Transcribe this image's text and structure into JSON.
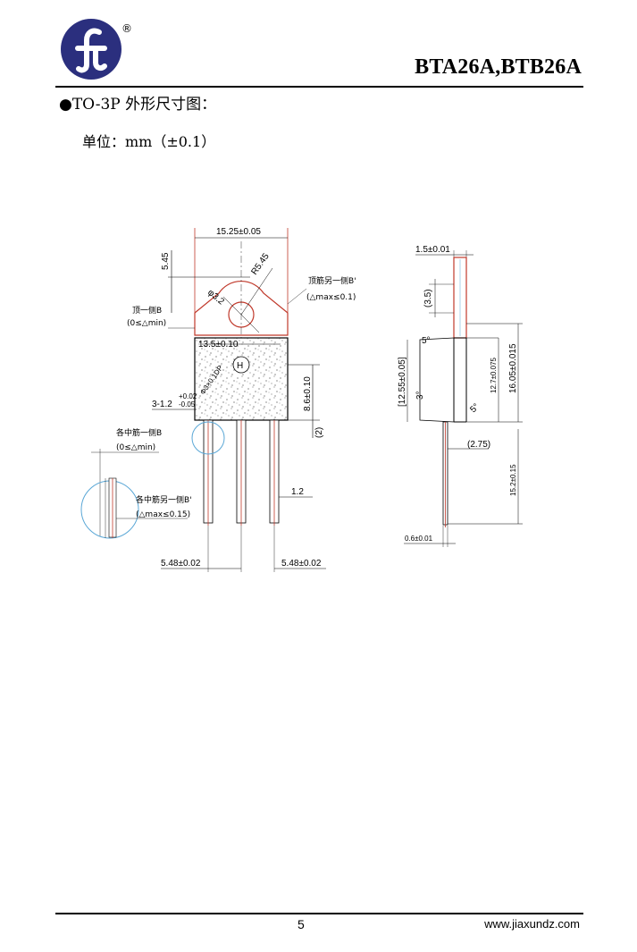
{
  "header": {
    "title": "BTA26A,BTB26A",
    "logo": {
      "registered_mark": "®",
      "brand_color": "#2b2f7e"
    }
  },
  "section": {
    "title": "●TO-3P 外形尺寸图：",
    "unit": "单位：mm（±0.1）"
  },
  "drawing": {
    "front_view": {
      "width_label": "15.25±0.05",
      "top_height_label": "5.45",
      "radius_label": "R5.45",
      "hole_label": "φ3.2",
      "inner_width_label": "13.5±0.10",
      "mark_label": "Φ3×0.1DP",
      "h_badge": "H",
      "body_height_label": "8.6±0.10",
      "side_gap_label": "(2)",
      "chamfer_label": "3-1.2",
      "chamfer_tol_upper": "+0.02",
      "chamfer_tol_lower": "-0.05",
      "lead_width_label": "1.2",
      "pitch_left_label": "5.48±0.02",
      "pitch_right_label": "5.48±0.02",
      "note_top_right_1": "顶筋另一侧B'",
      "note_top_right_2": "(△max≤0.1)",
      "note_top_left_1": "顶一侧B",
      "note_top_left_2": "(0≤△min)",
      "note_lead_1": "各中筋一侧B",
      "note_lead_2": "(0≤△min)",
      "note_lead_other_1": "各中筋另一侧B'",
      "note_lead_other_2": "(△max≤0.15)"
    },
    "side_view": {
      "tab_thickness_label": "1.5±0.01",
      "top_label": "(3.5)",
      "angle_label_top": "5°",
      "angle_label_left": "3°",
      "angle_label_bottom": "5°",
      "body_height_label": "12.7±0.075",
      "total_height_label": "16.05±0.015",
      "ref_height_label": "[12.55±0.05]",
      "lead_offset_label": "(2.75)",
      "lead_length_label": "15.2±0.15",
      "lead_thickness_label": "0.6±0.01"
    }
  },
  "footer": {
    "page_number": "5",
    "url": "www.jiaxundz.com"
  }
}
